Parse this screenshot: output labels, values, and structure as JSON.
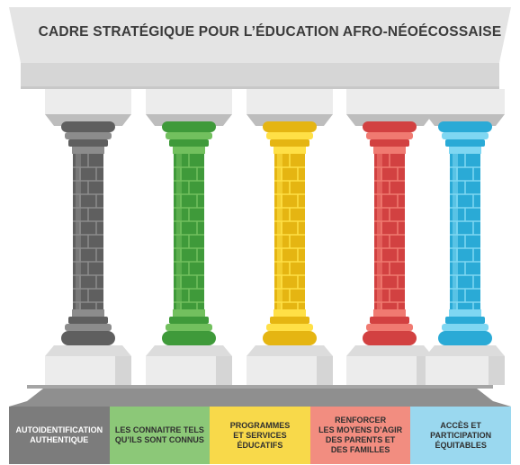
{
  "title": "CADRE STRATÉGIQUE POUR L’ÉDUCATION AFRO-NÉOÉCOSSAISE",
  "colors": {
    "roof_top": "#e4e4e4",
    "roof_front": "#d6d6d6",
    "stone_light": "#ececec",
    "stone_dark": "#bdbdbd",
    "base_step": "#dcdcdc",
    "base_floor": "#8f8f8f",
    "text": "#3b3b3b"
  },
  "pillars": [
    {
      "name": "gray",
      "color": "#5f5f5f",
      "light": "#8c8c8c",
      "label_bg": "#7c7c7c",
      "label_fg": "#ffffff",
      "label": "AUTOIDENTIFICATION\nAUTHENTIQUE"
    },
    {
      "name": "green",
      "color": "#3f9a3a",
      "light": "#72c05e",
      "label_bg": "#8cc878",
      "label_fg": "#2f2f2f",
      "label": "LES CONNAITRE TELS\nQU’ILS SONT CONNUS"
    },
    {
      "name": "yellow",
      "color": "#e5b512",
      "light": "#ffe046",
      "label_bg": "#f8d94a",
      "label_fg": "#2f2f2f",
      "label": "PROGRAMMES\nET SERVICES\nÉDUCATIFS"
    },
    {
      "name": "red",
      "color": "#d24141",
      "light": "#f07a71",
      "label_bg": "#f28d80",
      "label_fg": "#2f2f2f",
      "label": "RENFORCER\nLES MOYENS D’AGIR\nDES PARENTS ET\nDES FAMILLES"
    },
    {
      "name": "blue",
      "color": "#2aaad6",
      "light": "#7fd7f2",
      "label_bg": "#9ad8ef",
      "label_fg": "#2f2f2f",
      "label": "ACCÈS ET\nPARTICIPATION\nÉQUITABLES"
    }
  ]
}
